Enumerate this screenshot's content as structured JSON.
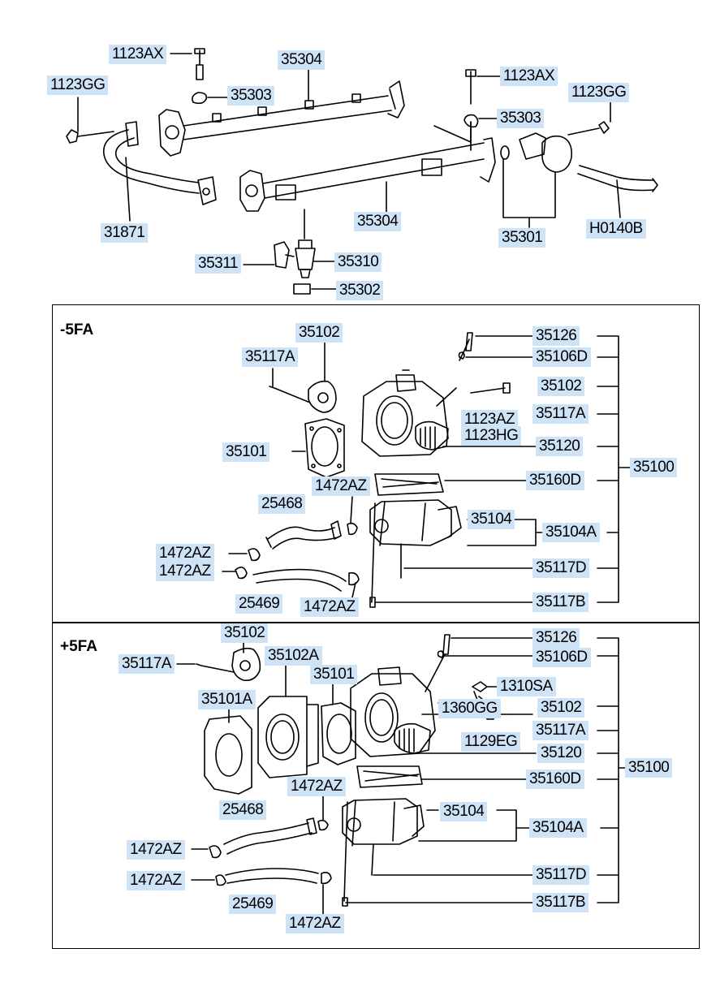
{
  "sections": {
    "minus": "-5FA",
    "plus": "+5FA"
  },
  "top": {
    "l1123ax_a": "1123AX",
    "l35304_a": "35304",
    "l35303_a": "35303",
    "l1123gg_a": "1123GG",
    "l1123ax_b": "1123AX",
    "l1123gg_b": "1123GG",
    "l35303_b": "35303",
    "l31871": "31871",
    "l35304_b": "35304",
    "l35301": "35301",
    "lh0140b": "H0140B",
    "l35311": "35311",
    "l35310": "35310",
    "l35302": "35302"
  },
  "minus": {
    "l35102a": "35102",
    "l35117a_a": "35117A",
    "l35126": "35126",
    "l35106d": "35106D",
    "l35102b": "35102",
    "l35117a_b": "35117A",
    "l1123az": "1123AZ",
    "l1123hg": "1123HG",
    "l35101": "35101",
    "l35120": "35120",
    "l35100": "35100",
    "l35160d": "35160D",
    "l1472az_a": "1472AZ",
    "l25468": "25468",
    "l35104": "35104",
    "l35104a": "35104A",
    "l1472az_b": "1472AZ",
    "l1472az_c": "1472AZ",
    "l35117d": "35117D",
    "l25469": "25469",
    "l1472az_d": "1472AZ",
    "l35117b": "35117B"
  },
  "plus": {
    "l35102a": "35102",
    "l35126": "35126",
    "l35117a_a": "35117A",
    "l35102aa": "35102A",
    "l35106d": "35106D",
    "l35101": "35101",
    "l1310sa": "1310SA",
    "l35101a": "35101A",
    "l1360gg": "1360GG",
    "l35102b": "35102",
    "l35117a_b": "35117A",
    "l1129eg": "1129EG",
    "l35120": "35120",
    "l35100": "35100",
    "l1472az_a": "1472AZ",
    "l35160d": "35160D",
    "l25468": "25468",
    "l35104": "35104",
    "l35104a": "35104A",
    "l1472az_b": "1472AZ",
    "l1472az_c": "1472AZ",
    "l25469": "25469",
    "l35117d": "35117D",
    "l1472az_d": "1472AZ",
    "l35117b": "35117B"
  }
}
